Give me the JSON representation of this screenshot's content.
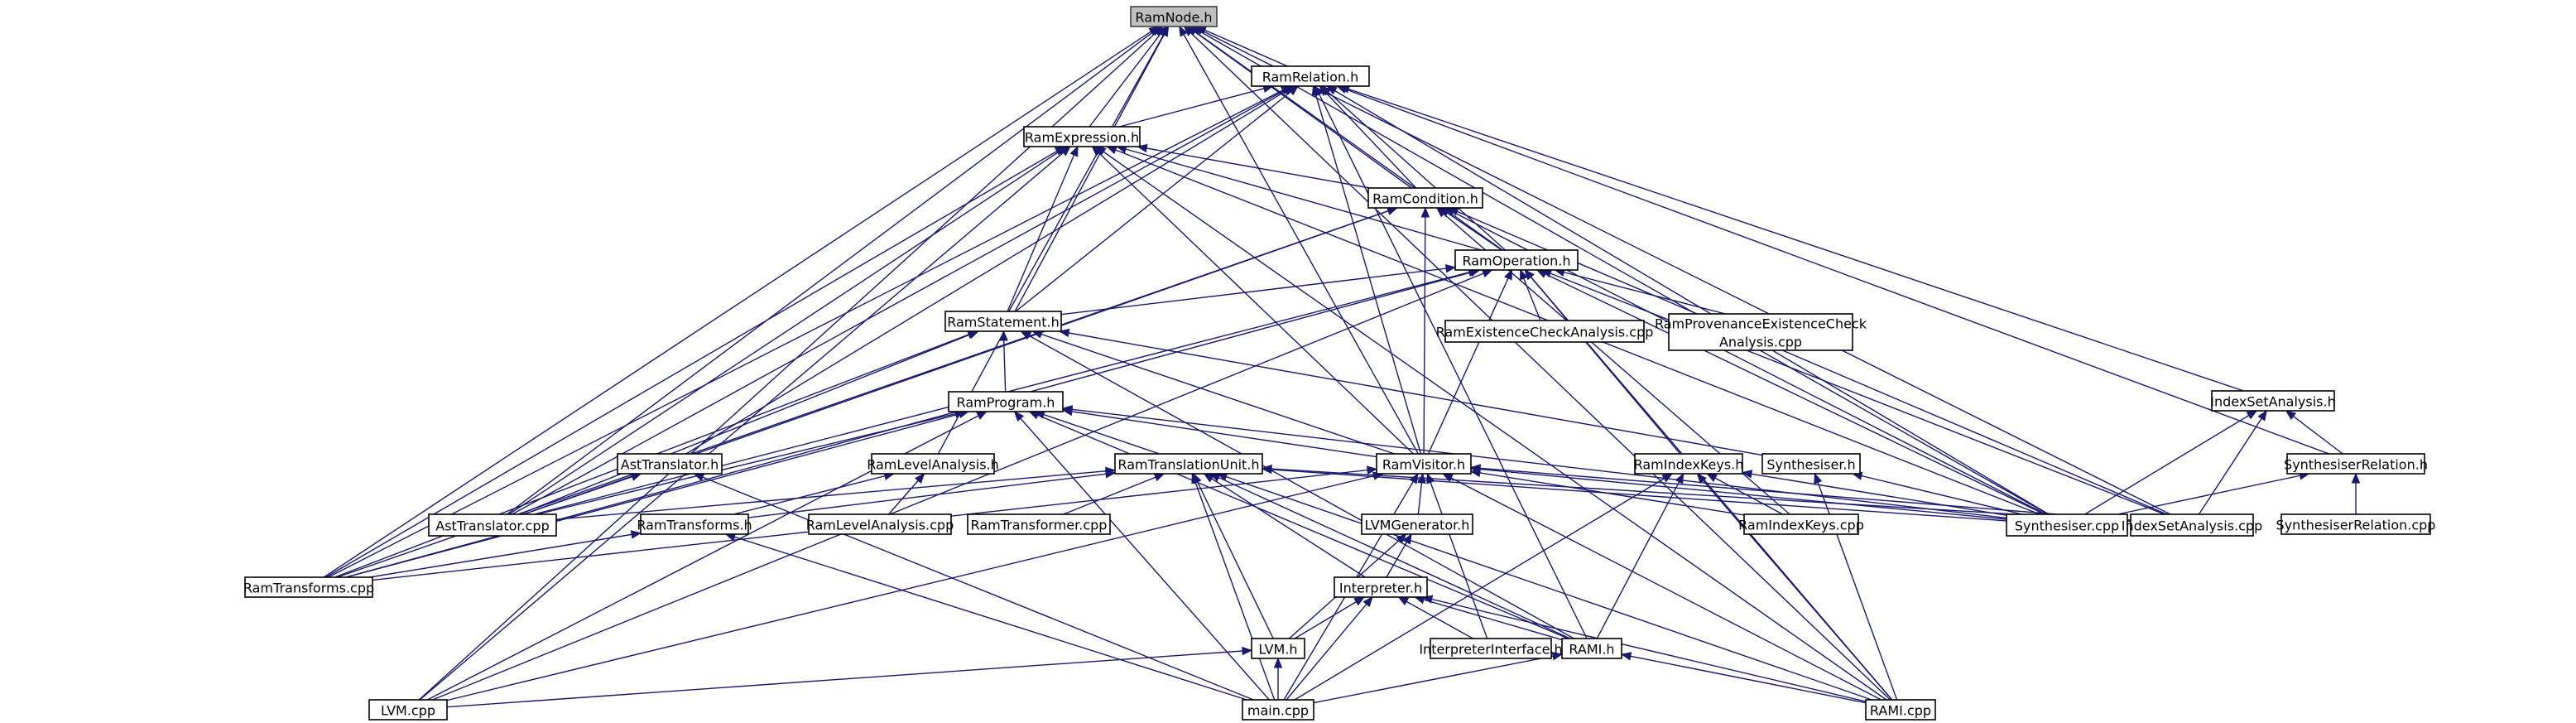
{
  "colors": {
    "edge": "#191970",
    "node_border": "#000000",
    "root_fill": "#bfbfbf",
    "node_fill": "#ffffff"
  },
  "nodes": [
    {
      "id": "n0",
      "label": "RamNode.h",
      "root": true
    },
    {
      "id": "n1",
      "label": "RamRelation.h"
    },
    {
      "id": "n2",
      "label": "RamExpression.h"
    },
    {
      "id": "n3",
      "label": "RamCondition.h"
    },
    {
      "id": "n4",
      "label": "RamOperation.h"
    },
    {
      "id": "n5",
      "label": "RamExistenceCheckAnalysis.cpp"
    },
    {
      "id": "n6",
      "label": "RamProvenanceExistenceCheck"
    },
    {
      "id": "n6b",
      "label": "Analysis.cpp"
    },
    {
      "id": "n7",
      "label": "RamStatement.h"
    },
    {
      "id": "n8",
      "label": "RamProgram.h"
    },
    {
      "id": "n9",
      "label": "IndexSetAnalysis.h"
    },
    {
      "id": "n10",
      "label": "AstTranslator.h"
    },
    {
      "id": "n11",
      "label": "RamLevelAnalysis.h"
    },
    {
      "id": "n12",
      "label": "RamTranslationUnit.h"
    },
    {
      "id": "n13",
      "label": "RamVisitor.h"
    },
    {
      "id": "n14",
      "label": "RamIndexKeys.h"
    },
    {
      "id": "n15",
      "label": "Synthesiser.h"
    },
    {
      "id": "n16",
      "label": "SynthesiserRelation.h"
    },
    {
      "id": "n17",
      "label": "AstTranslator.cpp"
    },
    {
      "id": "n18",
      "label": "RamTransforms.h"
    },
    {
      "id": "n19",
      "label": "RamLevelAnalysis.cpp"
    },
    {
      "id": "n20",
      "label": "RamTransformer.cpp"
    },
    {
      "id": "n21",
      "label": "LVMGenerator.h"
    },
    {
      "id": "n22",
      "label": "RamIndexKeys.cpp"
    },
    {
      "id": "n23",
      "label": "Synthesiser.cpp"
    },
    {
      "id": "n24",
      "label": "IndexSetAnalysis.cpp"
    },
    {
      "id": "n25",
      "label": "SynthesiserRelation.cpp"
    },
    {
      "id": "n26",
      "label": "RamTransforms.cpp"
    },
    {
      "id": "n27",
      "label": "Interpreter.h"
    },
    {
      "id": "n28",
      "label": "LVM.h"
    },
    {
      "id": "n29",
      "label": "InterpreterInterface.h"
    },
    {
      "id": "n30",
      "label": "RAMI.h"
    },
    {
      "id": "n31",
      "label": "LVM.cpp"
    },
    {
      "id": "n32",
      "label": "main.cpp"
    },
    {
      "id": "n33",
      "label": "RAMI.cpp"
    }
  ],
  "edges": [
    [
      "n1",
      "n0"
    ],
    [
      "n2",
      "n0"
    ],
    [
      "n3",
      "n0"
    ],
    [
      "n4",
      "n0"
    ],
    [
      "n7",
      "n0"
    ],
    [
      "n13",
      "n0"
    ],
    [
      "n11",
      "n0"
    ],
    [
      "n17",
      "n0"
    ],
    [
      "n26",
      "n0"
    ],
    [
      "n31",
      "n0"
    ],
    [
      "n23",
      "n0"
    ],
    [
      "n24",
      "n0"
    ],
    [
      "n33",
      "n0"
    ],
    [
      "n2",
      "n1"
    ],
    [
      "n3",
      "n1"
    ],
    [
      "n4",
      "n1"
    ],
    [
      "n7",
      "n1"
    ],
    [
      "n13",
      "n1"
    ],
    [
      "n9",
      "n1"
    ],
    [
      "n16",
      "n1"
    ],
    [
      "n23",
      "n1"
    ],
    [
      "n30",
      "n1"
    ],
    [
      "n10",
      "n1"
    ],
    [
      "n17",
      "n1"
    ],
    [
      "n26",
      "n1"
    ],
    [
      "n3",
      "n2"
    ],
    [
      "n4",
      "n2"
    ],
    [
      "n7",
      "n2"
    ],
    [
      "n13",
      "n2"
    ],
    [
      "n17",
      "n2"
    ],
    [
      "n26",
      "n2"
    ],
    [
      "n31",
      "n2"
    ],
    [
      "n23",
      "n2"
    ],
    [
      "n33",
      "n2"
    ],
    [
      "n4",
      "n3"
    ],
    [
      "n13",
      "n3"
    ],
    [
      "n17",
      "n3"
    ],
    [
      "n26",
      "n3"
    ],
    [
      "n23",
      "n3"
    ],
    [
      "n24",
      "n3"
    ],
    [
      "n22",
      "n3"
    ],
    [
      "n5",
      "n4"
    ],
    [
      "n6",
      "n4"
    ],
    [
      "n7",
      "n4"
    ],
    [
      "n13",
      "n4"
    ],
    [
      "n14",
      "n4"
    ],
    [
      "n17",
      "n4"
    ],
    [
      "n26",
      "n4"
    ],
    [
      "n31",
      "n4"
    ],
    [
      "n23",
      "n4"
    ],
    [
      "n24",
      "n4"
    ],
    [
      "n33",
      "n4"
    ],
    [
      "n8",
      "n7"
    ],
    [
      "n13",
      "n7"
    ],
    [
      "n15",
      "n7"
    ],
    [
      "n17",
      "n7"
    ],
    [
      "n26",
      "n7"
    ],
    [
      "n30",
      "n7"
    ],
    [
      "n12",
      "n8"
    ],
    [
      "n13",
      "n8"
    ],
    [
      "n17",
      "n8"
    ],
    [
      "n26",
      "n8"
    ],
    [
      "n31",
      "n8"
    ],
    [
      "n30",
      "n8"
    ],
    [
      "n23",
      "n8"
    ],
    [
      "n32",
      "n8"
    ],
    [
      "n23",
      "n9"
    ],
    [
      "n24",
      "n9"
    ],
    [
      "n16",
      "n9"
    ],
    [
      "n17",
      "n10"
    ],
    [
      "n32",
      "n10"
    ],
    [
      "n19",
      "n11"
    ],
    [
      "n18",
      "n11"
    ],
    [
      "n17",
      "n12"
    ],
    [
      "n18",
      "n12"
    ],
    [
      "n20",
      "n12"
    ],
    [
      "n27",
      "n12"
    ],
    [
      "n28",
      "n12"
    ],
    [
      "n30",
      "n12"
    ],
    [
      "n32",
      "n12"
    ],
    [
      "n23",
      "n12"
    ],
    [
      "n24",
      "n12"
    ],
    [
      "n33",
      "n12"
    ],
    [
      "n21",
      "n13"
    ],
    [
      "n22",
      "n13"
    ],
    [
      "n23",
      "n13"
    ],
    [
      "n24",
      "n13"
    ],
    [
      "n26",
      "n13"
    ],
    [
      "n31",
      "n13"
    ],
    [
      "n32",
      "n13"
    ],
    [
      "n29",
      "n13"
    ],
    [
      "n33",
      "n13"
    ],
    [
      "n22",
      "n14"
    ],
    [
      "n23",
      "n14"
    ],
    [
      "n30",
      "n14"
    ],
    [
      "n32",
      "n14"
    ],
    [
      "n33",
      "n14"
    ],
    [
      "n23",
      "n15"
    ],
    [
      "n33",
      "n15"
    ],
    [
      "n23",
      "n16"
    ],
    [
      "n25",
      "n16"
    ],
    [
      "n26",
      "n18"
    ],
    [
      "n32",
      "n18"
    ],
    [
      "n28",
      "n21"
    ],
    [
      "n27",
      "n21"
    ],
    [
      "n28",
      "n27"
    ],
    [
      "n29",
      "n27"
    ],
    [
      "n30",
      "n27"
    ],
    [
      "n32",
      "n27"
    ],
    [
      "n33",
      "n27"
    ],
    [
      "n31",
      "n28"
    ],
    [
      "n32",
      "n28"
    ],
    [
      "n32",
      "n30"
    ],
    [
      "n33",
      "n30"
    ]
  ]
}
